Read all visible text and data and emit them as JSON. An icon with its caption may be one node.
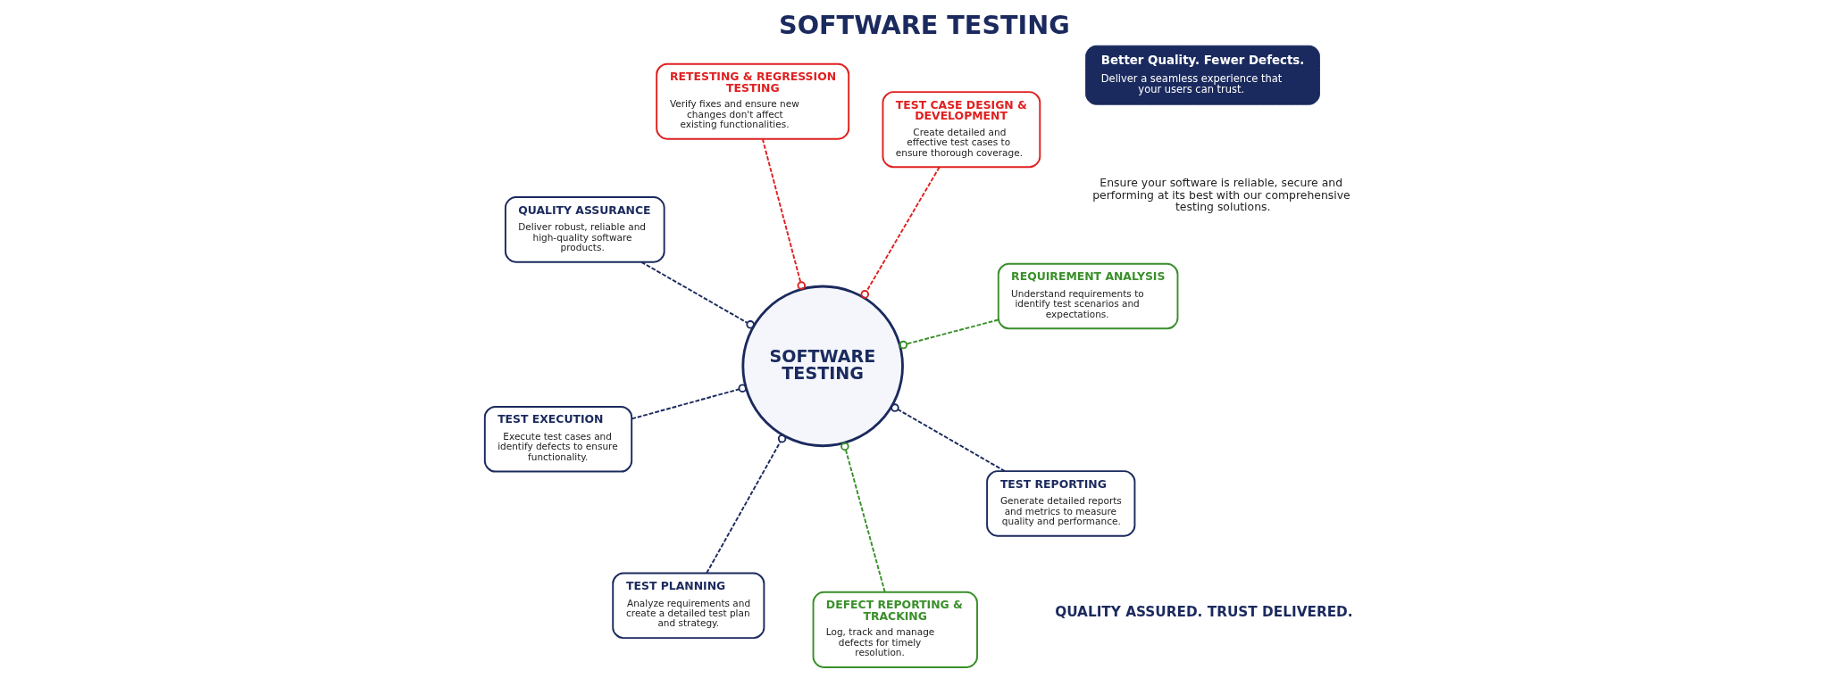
{
  "diagram": {
    "title": "SOFTWARE TESTING",
    "nodes": [
      {
        "text": [
          "SOFTWARE TESTING"
        ]
      },
      {
        "text": [
          "REQUIREMENT ANALYSIS",
          "Understand requirements to identify test scenarios and expectations."
        ]
      },
      {
        "text": [
          "TEST PLANNING",
          "Analyze requirements and create a detailed test plan and strategy."
        ]
      },
      {
        "text": [
          "QUALITY ASSURANCE",
          "Deliver robust, reliable and high-quality software products."
        ]
      },
      {
        "text": [
          "TEST CASE DESIGN & DEVELOPMENT",
          "Create detailed and effective test cases to ensure thorough coverage."
        ]
      },
      {
        "text": [
          "RETESTING & REGRESSION TESTING",
          "Verify fixes and ensure new changes don't affect existing functionalities."
        ]
      },
      {
        "text": [
          "TEST EXECUTION",
          "Execute test cases and identify defects to ensure functionality."
        ]
      },
      {
        "text": [
          "TEST REPORTING",
          "Generate detailed reports and metrics to measure quality and performance."
        ]
      },
      {
        "text": [
          "DEFECT REPORTING & TRACKING",
          "Log, track and manage defects for timely resolution."
        ]
      },
      {
        "text": [
          "Better Quality. Fewer Defects.",
          "Deliver a seamless experience that your users can trust."
        ]
      }
    ],
    "edges": [
      {
        "from": 1,
        "to": 0,
        "arrow": "other",
        "style": "dashed",
        "color": "#3a8f2a"
      },
      {
        "from": 2,
        "to": 0,
        "arrow": "other",
        "style": "dashed"
      },
      {
        "from": 3,
        "to": 0,
        "arrow": "other",
        "style": "dashed"
      },
      {
        "from": 4,
        "to": 0,
        "arrow": "other",
        "style": "dashed",
        "color": "#e02020"
      },
      {
        "from": 5,
        "to": 0,
        "arrow": "other",
        "style": "dashed",
        "color": "#e02020"
      },
      {
        "from": 6,
        "to": 0,
        "arrow": "other",
        "style": "dashed"
      },
      {
        "from": 7,
        "to": 0,
        "arrow": "other",
        "style": "dashed"
      },
      {
        "from": 8,
        "to": 0,
        "arrow": "other",
        "style": "dashed",
        "color": "#3a8f2a"
      }
    ],
    "labels": [
      "QUALITY ASSURED. TRUST DELIVERED.",
      "Ensure your software is reliable, secure and performing at its best with our comprehensive testing solutions."
    ]
  }
}
